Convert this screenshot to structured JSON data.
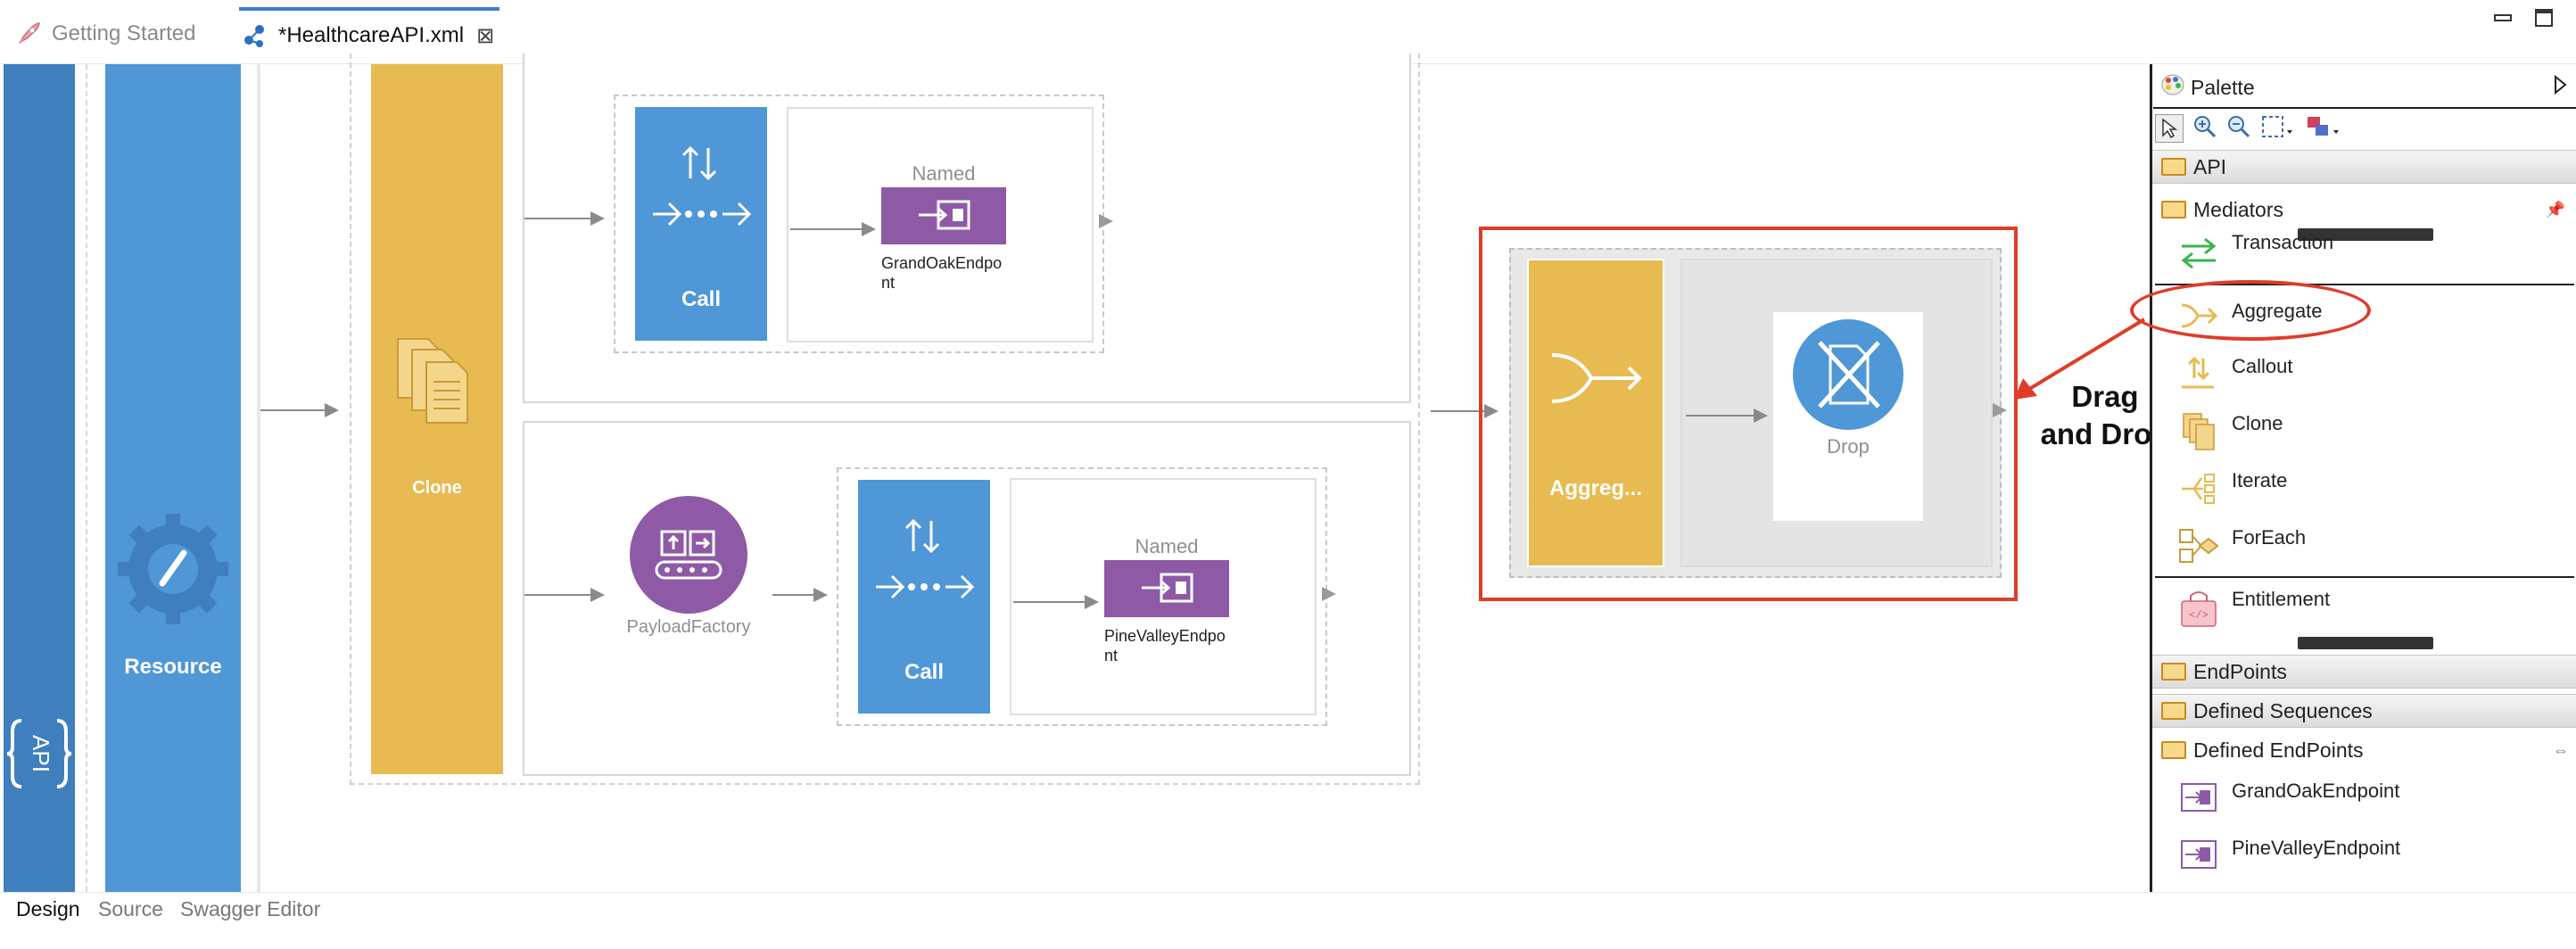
{
  "tabs": [
    {
      "label": "Getting Started"
    },
    {
      "label": "*HealthcareAPI.xml"
    }
  ],
  "canvas": {
    "api_label": "API",
    "resource_label": "Resource",
    "clone_label": "Clone",
    "branch1": {
      "call_label": "Call",
      "endpoint_type": "Named",
      "endpoint_name": "GrandOakEndpo\nnt"
    },
    "branch2": {
      "payload_label": "PayloadFactory",
      "call_label": "Call",
      "endpoint_type": "Named",
      "endpoint_name": "PineValleyEndpo\nnt"
    },
    "aggregate_label": "Aggreg...",
    "drop_label": "Drop",
    "annotation": "Drag\nand Drop"
  },
  "palette": {
    "title": "Palette",
    "groups": {
      "api": "API",
      "mediators": "Mediators",
      "endpoints": "EndPoints",
      "defined_sequences": "Defined Sequences",
      "defined_endpoints": "Defined EndPoints"
    },
    "mediator_items": [
      {
        "label": "Transaction",
        "icon": "transaction-icon"
      },
      {
        "label": "Aggregate",
        "icon": "aggregate-icon"
      },
      {
        "label": "Callout",
        "icon": "callout-icon"
      },
      {
        "label": "Clone",
        "icon": "clone-icon"
      },
      {
        "label": "Iterate",
        "icon": "iterate-icon"
      },
      {
        "label": "ForEach",
        "icon": "foreach-icon"
      },
      {
        "label": "Entitlement",
        "icon": "entitlement-icon"
      }
    ],
    "endpoint_items": [
      {
        "label": "GrandOakEndpoint",
        "icon": "endpoint-icon"
      },
      {
        "label": "PineValleyEndpoint",
        "icon": "endpoint-icon"
      }
    ]
  },
  "bottom_tabs": [
    {
      "label": "Design"
    },
    {
      "label": "Source"
    },
    {
      "label": "Swagger Editor"
    }
  ],
  "colors": {
    "api_blue": "#3f7fbe",
    "resource_blue": "#4f97d6",
    "clone_yellow": "#e7bb52",
    "endpoint_purple": "#8e5aa6",
    "highlight_red": "#e03c2a"
  }
}
